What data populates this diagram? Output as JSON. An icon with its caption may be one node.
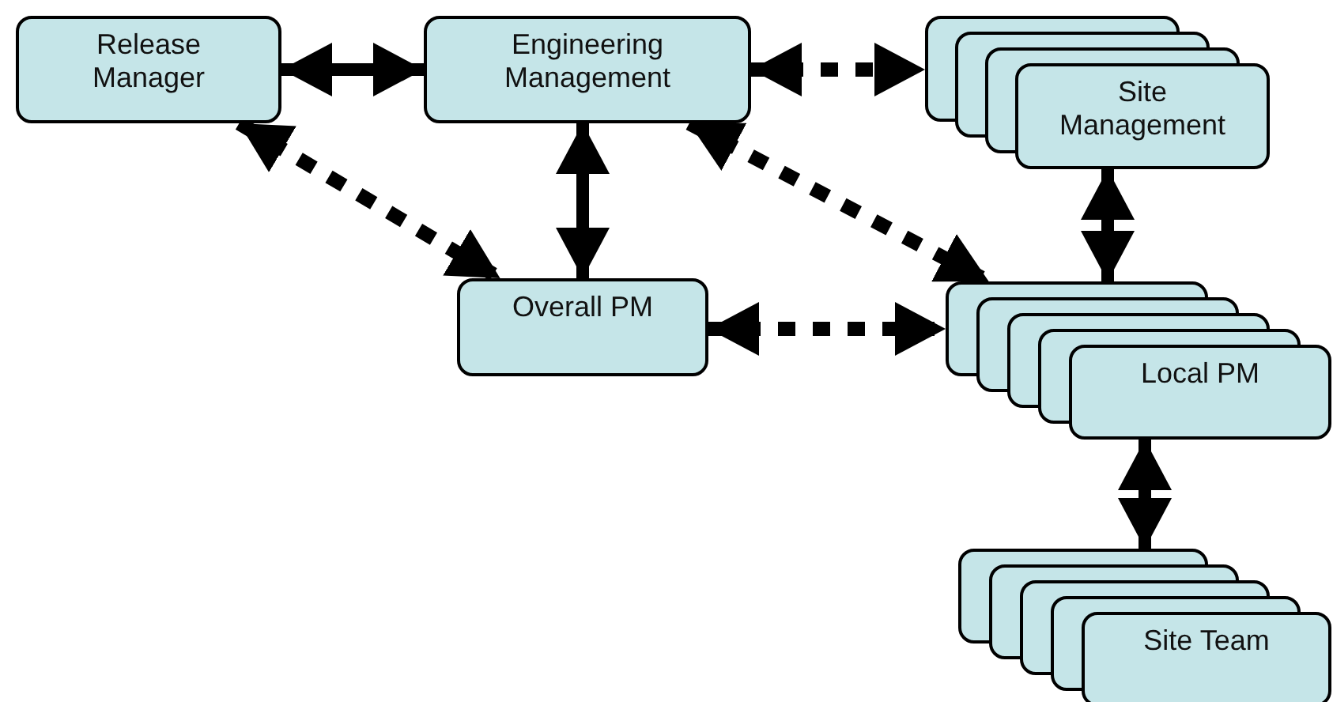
{
  "diagram": {
    "nodes": [
      {
        "text": [
          "Release Manager"
        ]
      },
      {
        "text": [
          "Engineering Management"
        ]
      },
      {
        "text": [
          "Site Management"
        ]
      },
      {
        "text": [
          "Overall PM"
        ]
      },
      {
        "text": [
          "Local PM"
        ]
      },
      {
        "text": [
          "Site Team"
        ]
      }
    ],
    "edges": [
      {
        "from": 0,
        "to": 1,
        "arrow": "both"
      },
      {
        "from": 1,
        "to": 2,
        "arrow": "both",
        "style": "dashed"
      },
      {
        "from": 0,
        "to": 3,
        "arrow": "both",
        "style": "dashed"
      },
      {
        "from": 1,
        "to": 3,
        "arrow": "both"
      },
      {
        "from": 1,
        "to": 4,
        "arrow": "both",
        "style": "dashed"
      },
      {
        "from": 2,
        "to": 4,
        "arrow": "both"
      },
      {
        "from": 3,
        "to": 4,
        "arrow": "both",
        "style": "dashed"
      },
      {
        "from": 4,
        "to": 5,
        "arrow": "both"
      }
    ]
  }
}
